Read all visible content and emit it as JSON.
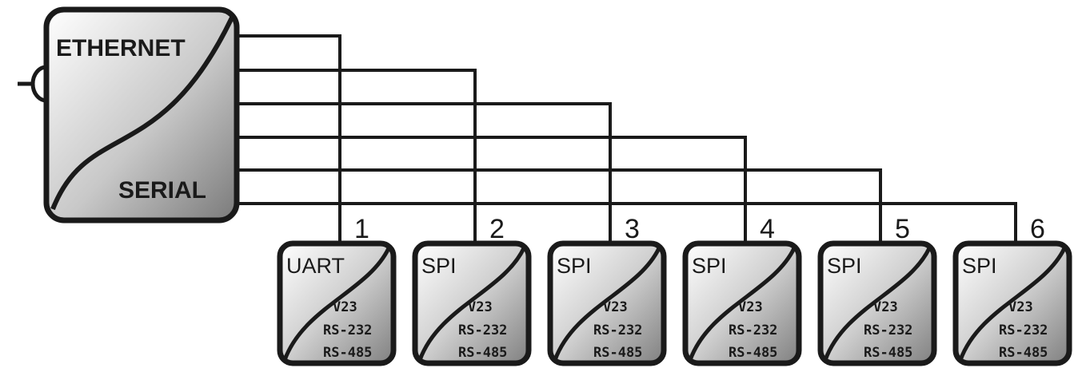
{
  "gateway": {
    "top_label": "ETHERNET",
    "bottom_label": "SERIAL"
  },
  "modules": [
    {
      "number": "1",
      "interface": "UART",
      "standards": [
        "V23",
        "RS-232",
        "RS-485"
      ]
    },
    {
      "number": "2",
      "interface": "SPI",
      "standards": [
        "V23",
        "RS-232",
        "RS-485"
      ]
    },
    {
      "number": "3",
      "interface": "SPI",
      "standards": [
        "V23",
        "RS-232",
        "RS-485"
      ]
    },
    {
      "number": "4",
      "interface": "SPI",
      "standards": [
        "V23",
        "RS-232",
        "RS-485"
      ]
    },
    {
      "number": "5",
      "interface": "SPI",
      "standards": [
        "V23",
        "RS-232",
        "RS-485"
      ]
    },
    {
      "number": "6",
      "interface": "SPI",
      "standards": [
        "V23",
        "RS-232",
        "RS-485"
      ]
    }
  ],
  "colors": {
    "stroke": "#1a1a1a",
    "gradient_light": "#ffffff",
    "gradient_dark": "#7a7a7a"
  }
}
